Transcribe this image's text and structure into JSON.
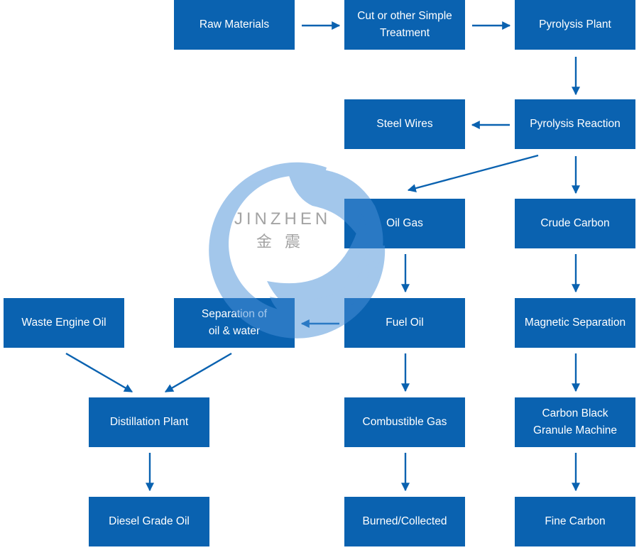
{
  "colors": {
    "box": "#0a62b0",
    "arrow": "#0a62b0",
    "watermark": "#4a90d9",
    "watermark_text": "#9a9a9a"
  },
  "watermark": {
    "brand": "JINZHEN",
    "chinese": "金 震"
  },
  "nodes": {
    "raw_materials": "Raw Materials",
    "cut_treatment": "Cut or other Simple\nTreatment",
    "pyrolysis_plant": "Pyrolysis Plant",
    "steel_wires": "Steel Wires",
    "pyrolysis_reaction": "Pyrolysis Reaction",
    "oil_gas": "Oil Gas",
    "crude_carbon": "Crude Carbon",
    "waste_engine_oil": "Waste Engine Oil",
    "separation_oil_water": "Separation of\noil & water",
    "fuel_oil": "Fuel Oil",
    "magnetic_separation": "Magnetic Separation",
    "distillation_plant": "Distillation Plant",
    "combustible_gas": "Combustible Gas",
    "carbon_black_granule": "Carbon Black\nGranule Machine",
    "diesel_grade_oil": "Diesel Grade Oil",
    "burned_collected": "Burned/Collected",
    "fine_carbon": "Fine Carbon"
  }
}
